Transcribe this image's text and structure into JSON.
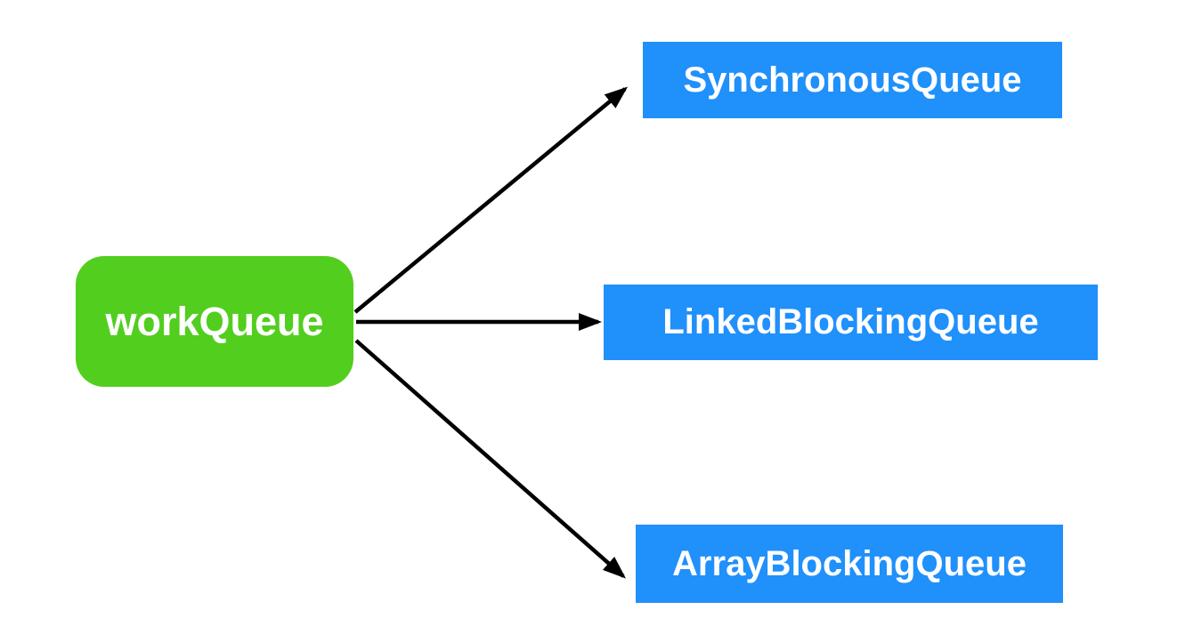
{
  "diagram": {
    "source": {
      "id": "workQueue",
      "label": "workQueue"
    },
    "targets": [
      {
        "id": "SynchronousQueue",
        "label": "SynchronousQueue"
      },
      {
        "id": "LinkedBlockingQueue",
        "label": "LinkedBlockingQueue"
      },
      {
        "id": "ArrayBlockingQueue",
        "label": "ArrayBlockingQueue"
      }
    ],
    "edges": [
      {
        "from": "workQueue",
        "to": "SynchronousQueue"
      },
      {
        "from": "workQueue",
        "to": "LinkedBlockingQueue"
      },
      {
        "from": "workQueue",
        "to": "ArrayBlockingQueue"
      }
    ],
    "colors": {
      "background": "#ffffff",
      "source_fill": "#52ce1f",
      "target_fill": "#2090fb",
      "arrow": "#000000",
      "label_text": "#ffffff"
    }
  }
}
